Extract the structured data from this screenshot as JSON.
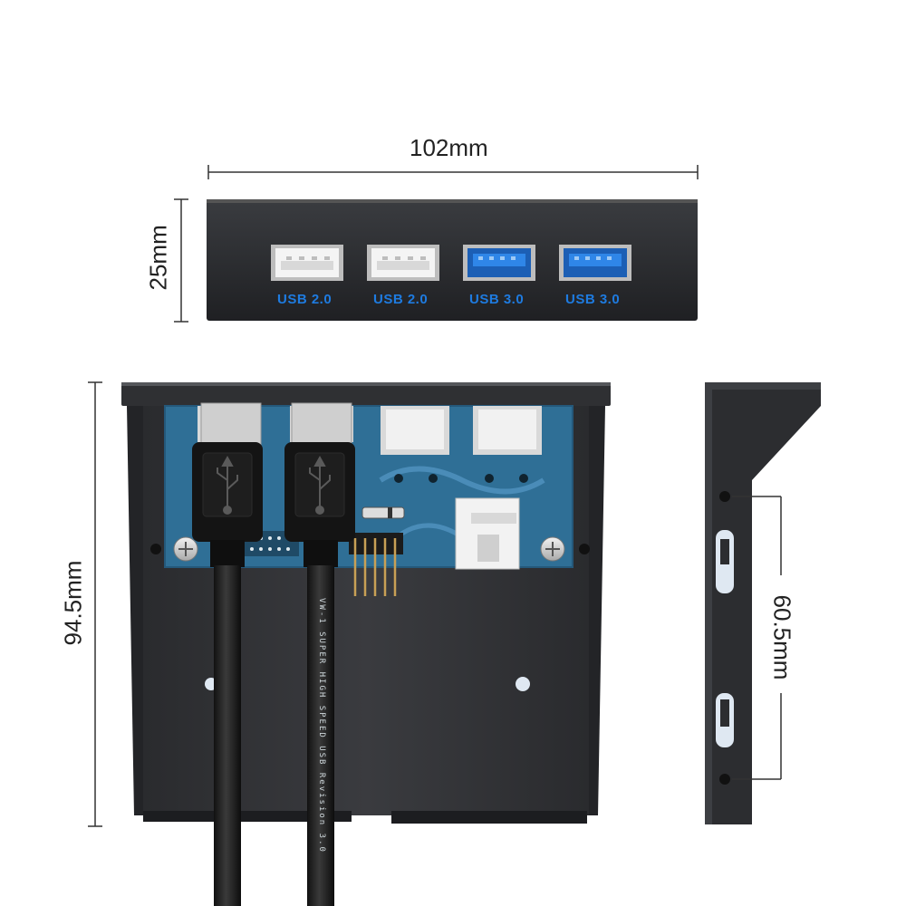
{
  "dimensions": {
    "width": "102mm",
    "height_front": "25mm",
    "depth": "94.5mm",
    "hole_spacing": "60.5mm"
  },
  "ports": [
    {
      "label": "USB 2.0",
      "type": "usb2"
    },
    {
      "label": "USB 2.0",
      "type": "usb2"
    },
    {
      "label": "USB 3.0",
      "type": "usb3"
    },
    {
      "label": "USB 3.0",
      "type": "usb3"
    }
  ],
  "cable_print": "VW-1 SUPER HIGH SPEED USB Revision 3.0",
  "colors": {
    "panel": "#2b2d30",
    "pcb": "#2f6f96",
    "usb3_accent": "#1e7be0",
    "usb2_insert": "#e0e0e0",
    "dimension_line": "#333333"
  },
  "icons": [
    "usb-logo-icon",
    "usb-logo-icon"
  ]
}
